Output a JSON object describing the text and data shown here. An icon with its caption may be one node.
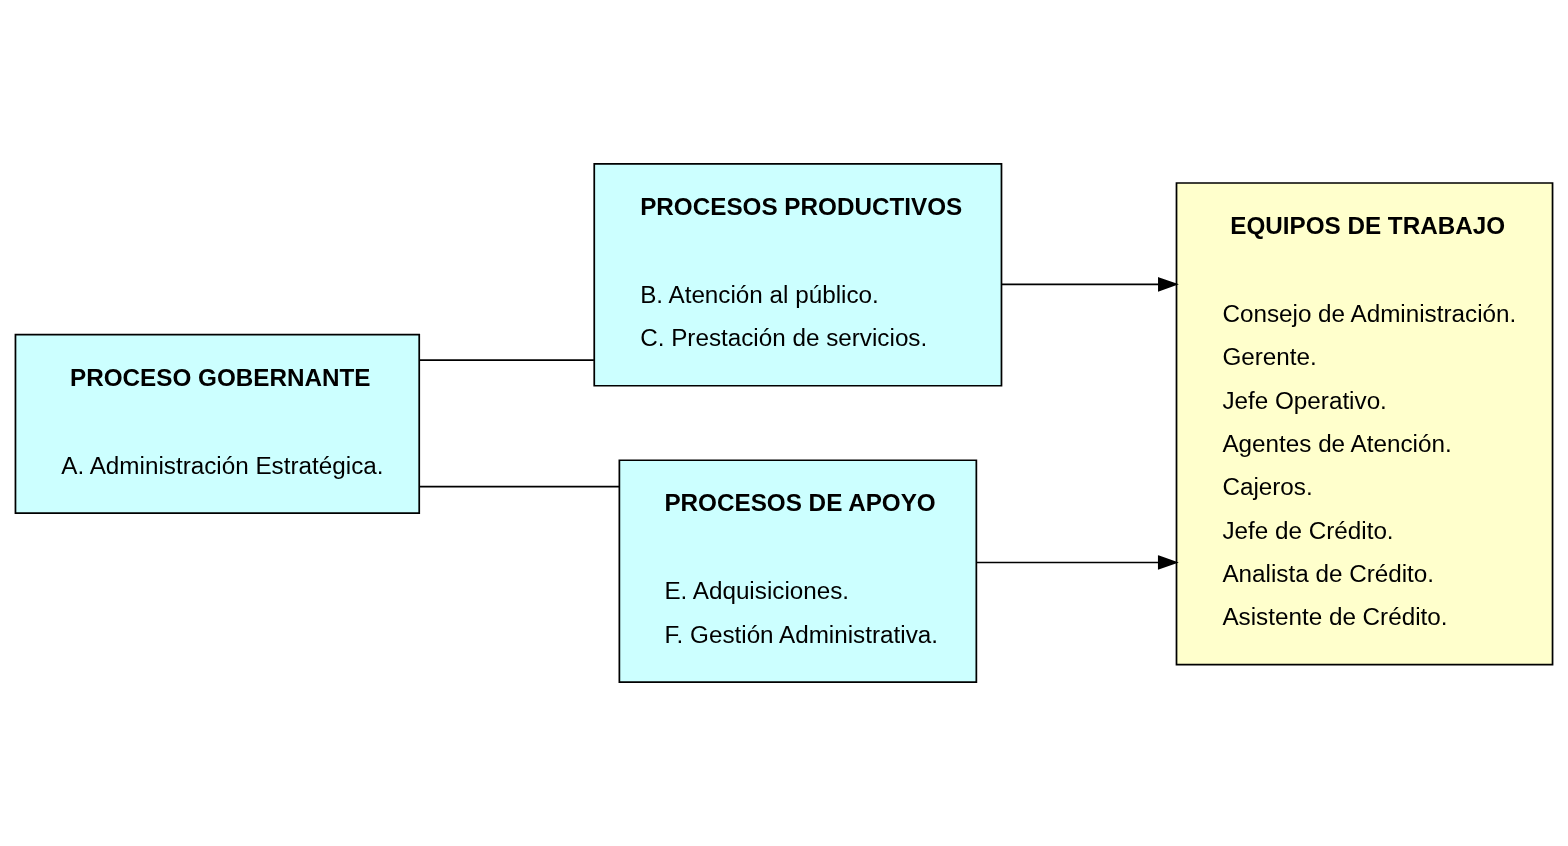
{
  "diagram": {
    "nodes": [
      {
        "text": [
          "PROCESO GOBERNANTE",
          "A. Administración Estratégica."
        ]
      },
      {
        "text": [
          "PROCESOS PRODUCTIVOS",
          "B. Atención al público.",
          "C. Prestación de servicios."
        ]
      },
      {
        "text": [
          "PROCESOS DE APOYO",
          "E. Adquisiciones.",
          "F. Gestión Administrativa."
        ]
      },
      {
        "text": [
          "EQUIPOS DE TRABAJO",
          "Consejo de Administración.",
          "Gerente.",
          "Jefe Operativo.",
          "Agentes de Atención.",
          "Cajeros.",
          "Jefe de Crédito.",
          "Analista de Crédito.",
          "Asistente de Crédito."
        ]
      }
    ],
    "edges": [
      {
        "from": 0,
        "to": 1,
        "arrow": "none"
      },
      {
        "from": 0,
        "to": 2,
        "arrow": "none"
      },
      {
        "from": 1,
        "to": 3,
        "arrow": "to"
      },
      {
        "from": 2,
        "to": 3,
        "arrow": "to"
      }
    ]
  }
}
